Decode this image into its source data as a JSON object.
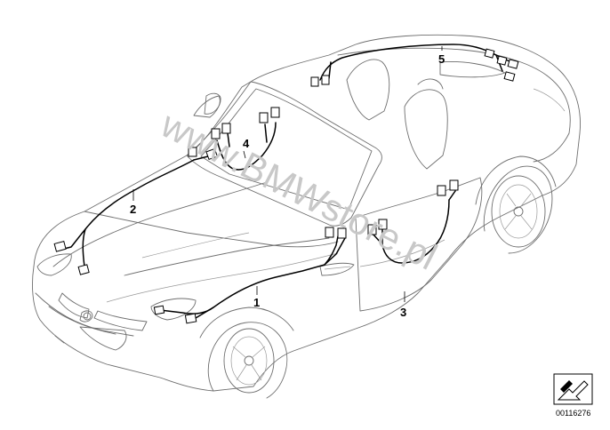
{
  "watermark": "www.BMWstore.pl",
  "part_number": "00116276",
  "callouts": [
    "1",
    "2",
    "3",
    "4",
    "5"
  ]
}
